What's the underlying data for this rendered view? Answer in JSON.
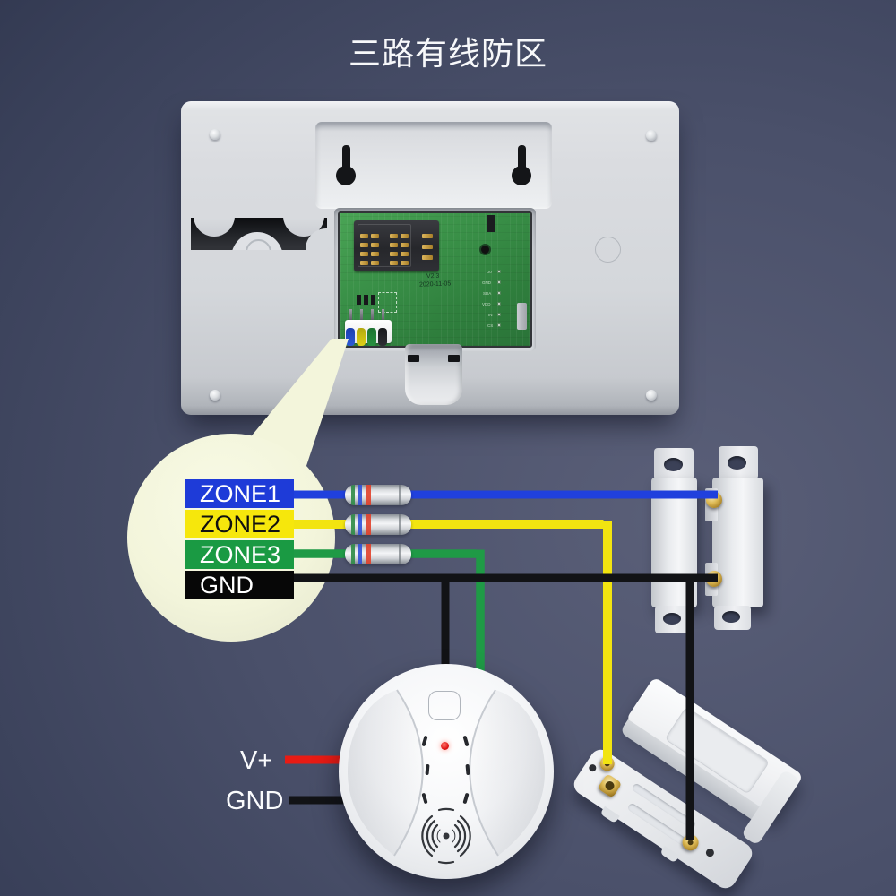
{
  "title": "三路有线防区",
  "magnified_labels": {
    "zones": [
      {
        "label": "ZONE1",
        "color": "#1e3bd8",
        "text_color": "#ffffff"
      },
      {
        "label": "ZONE2",
        "color": "#f6e70c",
        "text_color": "#101010"
      },
      {
        "label": "ZONE3",
        "color": "#1a9a43",
        "text_color": "#ffffff"
      },
      {
        "label": "GND",
        "color": "#070707",
        "text_color": "#ffffff"
      }
    ]
  },
  "power_labels": {
    "positive": "V+",
    "ground": "GND"
  },
  "pcb": {
    "version": "V2.3",
    "date": "2020-11-05",
    "pin_labels": [
      "D0",
      "GND",
      "SDA",
      "VDD",
      "IN",
      "CS"
    ]
  },
  "wire_colors": {
    "zone1": "#2040dd",
    "zone2": "#f2e410",
    "zone3": "#1f9a46",
    "ground": "#121316",
    "power_positive": "#e81b14"
  },
  "resistor": {
    "body": "#d9dbde",
    "bands": [
      "#2e8b46",
      "#2e4fd8",
      "#e0402a"
    ]
  },
  "background": {
    "corner": "#2c3249",
    "center": "#5a5f78"
  }
}
